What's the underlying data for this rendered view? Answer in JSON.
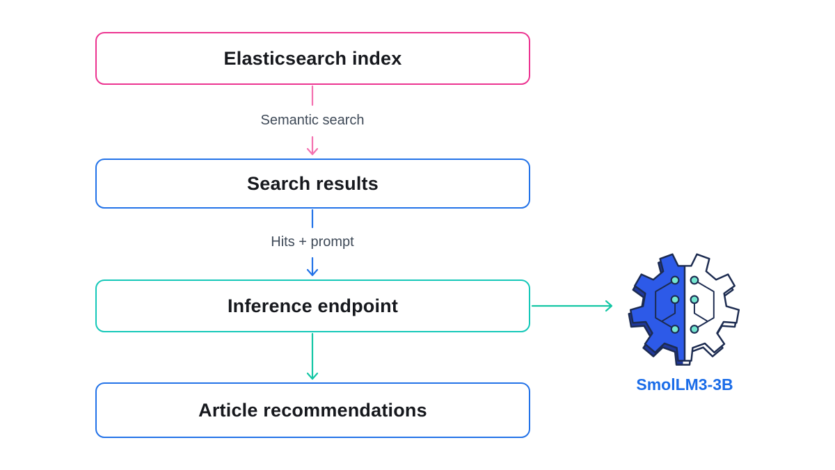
{
  "diagram": {
    "nodes": [
      {
        "label": "Elasticsearch index",
        "border_color": "#EC3390"
      },
      {
        "label": "Search results",
        "border_color": "#2272E8"
      },
      {
        "label": "Inference endpoint",
        "border_color": "#14C8B8"
      },
      {
        "label": "Article recommendations",
        "border_color": "#2272E8"
      }
    ],
    "arrows": [
      {
        "label": "Semantic search",
        "color": "#F471B0"
      },
      {
        "label": "Hits + prompt",
        "color": "#2272E8"
      },
      {
        "label": "",
        "color": "#13C6A4"
      },
      {
        "label": "",
        "color": "#13C6A4"
      }
    ],
    "model": {
      "name": "SmolLM3-3B",
      "icon": "smollm3-gear-logo"
    }
  },
  "colors": {
    "pink": "#EC3390",
    "blue": "#2272E8",
    "teal": "#14C8B8",
    "teal_arrow": "#13C6A4",
    "pink_arrow": "#F471B0",
    "box_text": "#16181D",
    "arrow_label_text": "#3E4957",
    "model_text": "#1A6CE8",
    "logo_navy": "#1C2B50",
    "logo_blue": "#2D5AE8",
    "logo_shadow_blue": "#20389B",
    "logo_dot_teal": "#74E6CF",
    "background": "#FFFFFF"
  }
}
